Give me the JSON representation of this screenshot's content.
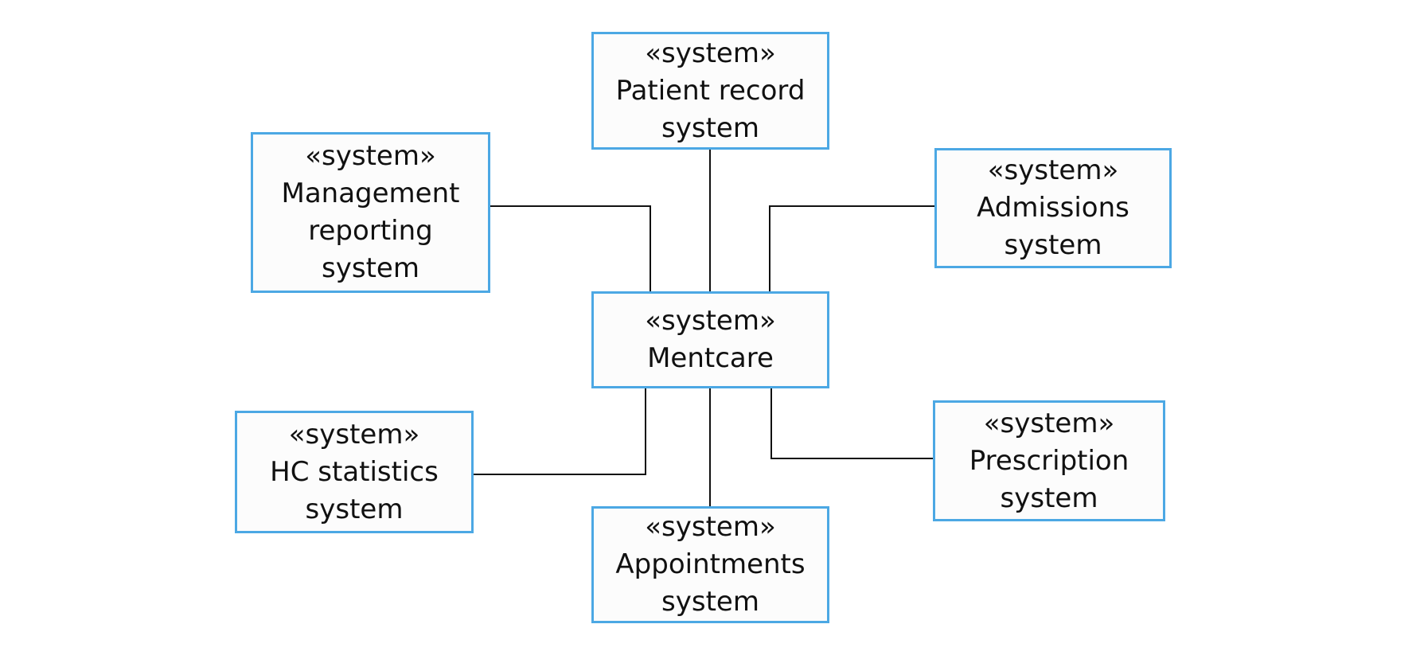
{
  "diagram": {
    "stereotype": "«system»",
    "nodes": [
      {
        "id": "patient-record",
        "lines": [
          "Patient record",
          "system"
        ]
      },
      {
        "id": "management-reporting",
        "lines": [
          "Management",
          "reporting",
          "system"
        ]
      },
      {
        "id": "admissions",
        "lines": [
          "Admissions",
          "system"
        ]
      },
      {
        "id": "mentcare",
        "lines": [
          "Mentcare"
        ]
      },
      {
        "id": "hc-statistics",
        "lines": [
          "HC statistics",
          "system"
        ]
      },
      {
        "id": "prescription",
        "lines": [
          "Prescription",
          "system"
        ]
      },
      {
        "id": "appointments",
        "lines": [
          "Appointments",
          "system"
        ]
      }
    ],
    "connections": [
      {
        "from": "mentcare",
        "to": "patient-record"
      },
      {
        "from": "mentcare",
        "to": "management-reporting"
      },
      {
        "from": "mentcare",
        "to": "admissions"
      },
      {
        "from": "mentcare",
        "to": "hc-statistics"
      },
      {
        "from": "mentcare",
        "to": "prescription"
      },
      {
        "from": "mentcare",
        "to": "appointments"
      }
    ],
    "colors": {
      "box_border": "#4ca8e4",
      "box_fill": "#fcfcfc",
      "connector": "#111111",
      "text": "#111111"
    }
  }
}
